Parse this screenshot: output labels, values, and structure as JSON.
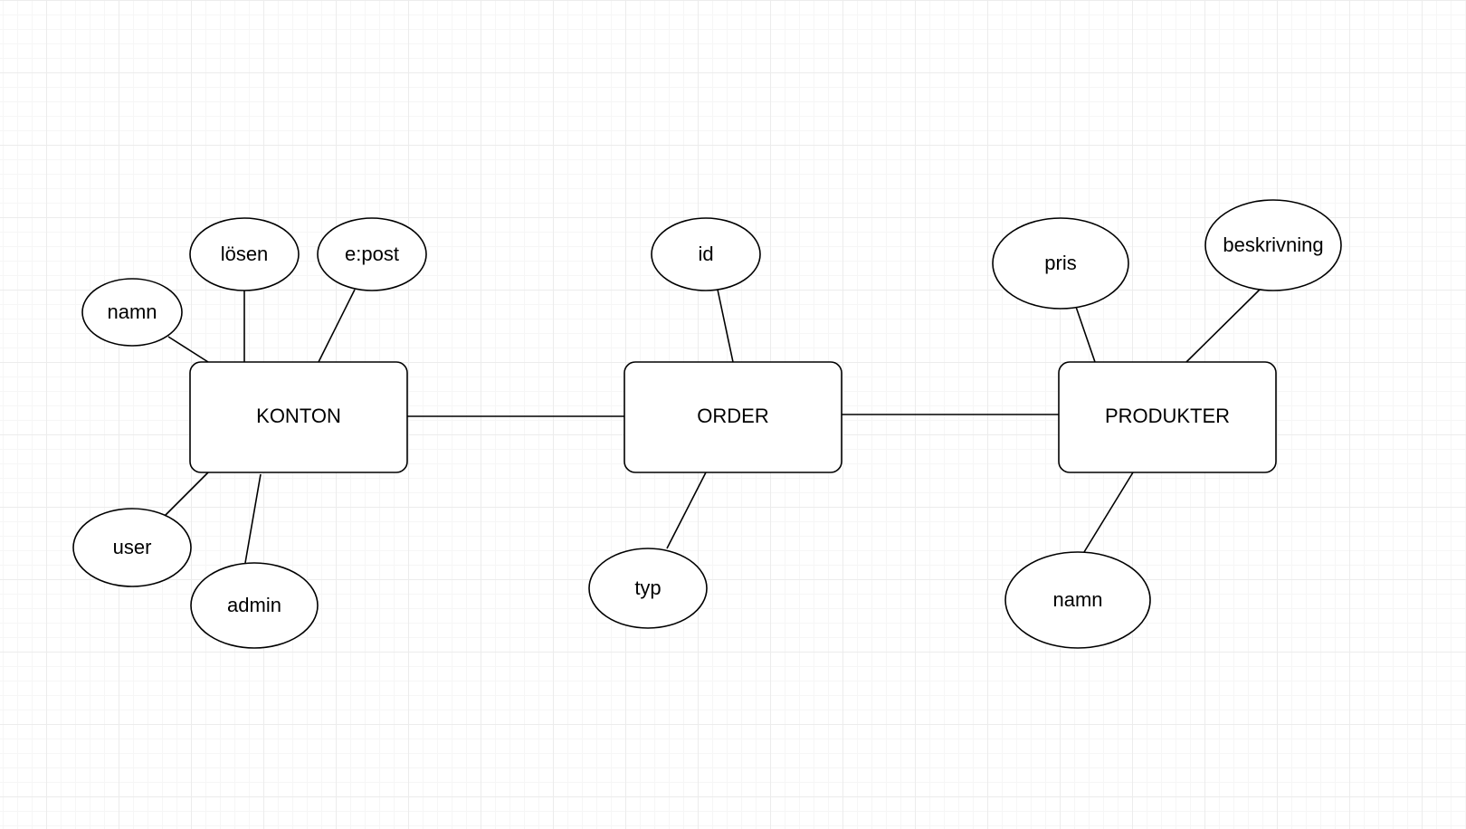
{
  "entities": {
    "konton": "KONTON",
    "order": "ORDER",
    "produkter": "PRODUKTER"
  },
  "attributes": {
    "konton_namn": "namn",
    "konton_losen": "lösen",
    "konton_epost": "e:post",
    "konton_user": "user",
    "konton_admin": "admin",
    "order_id": "id",
    "order_typ": "typ",
    "produkter_pris": "pris",
    "produkter_beskrivning": "beskrivning",
    "produkter_namn": "namn"
  },
  "colors": {
    "stroke": "#000000",
    "fill": "#ffffff",
    "grid": "#ececec"
  }
}
